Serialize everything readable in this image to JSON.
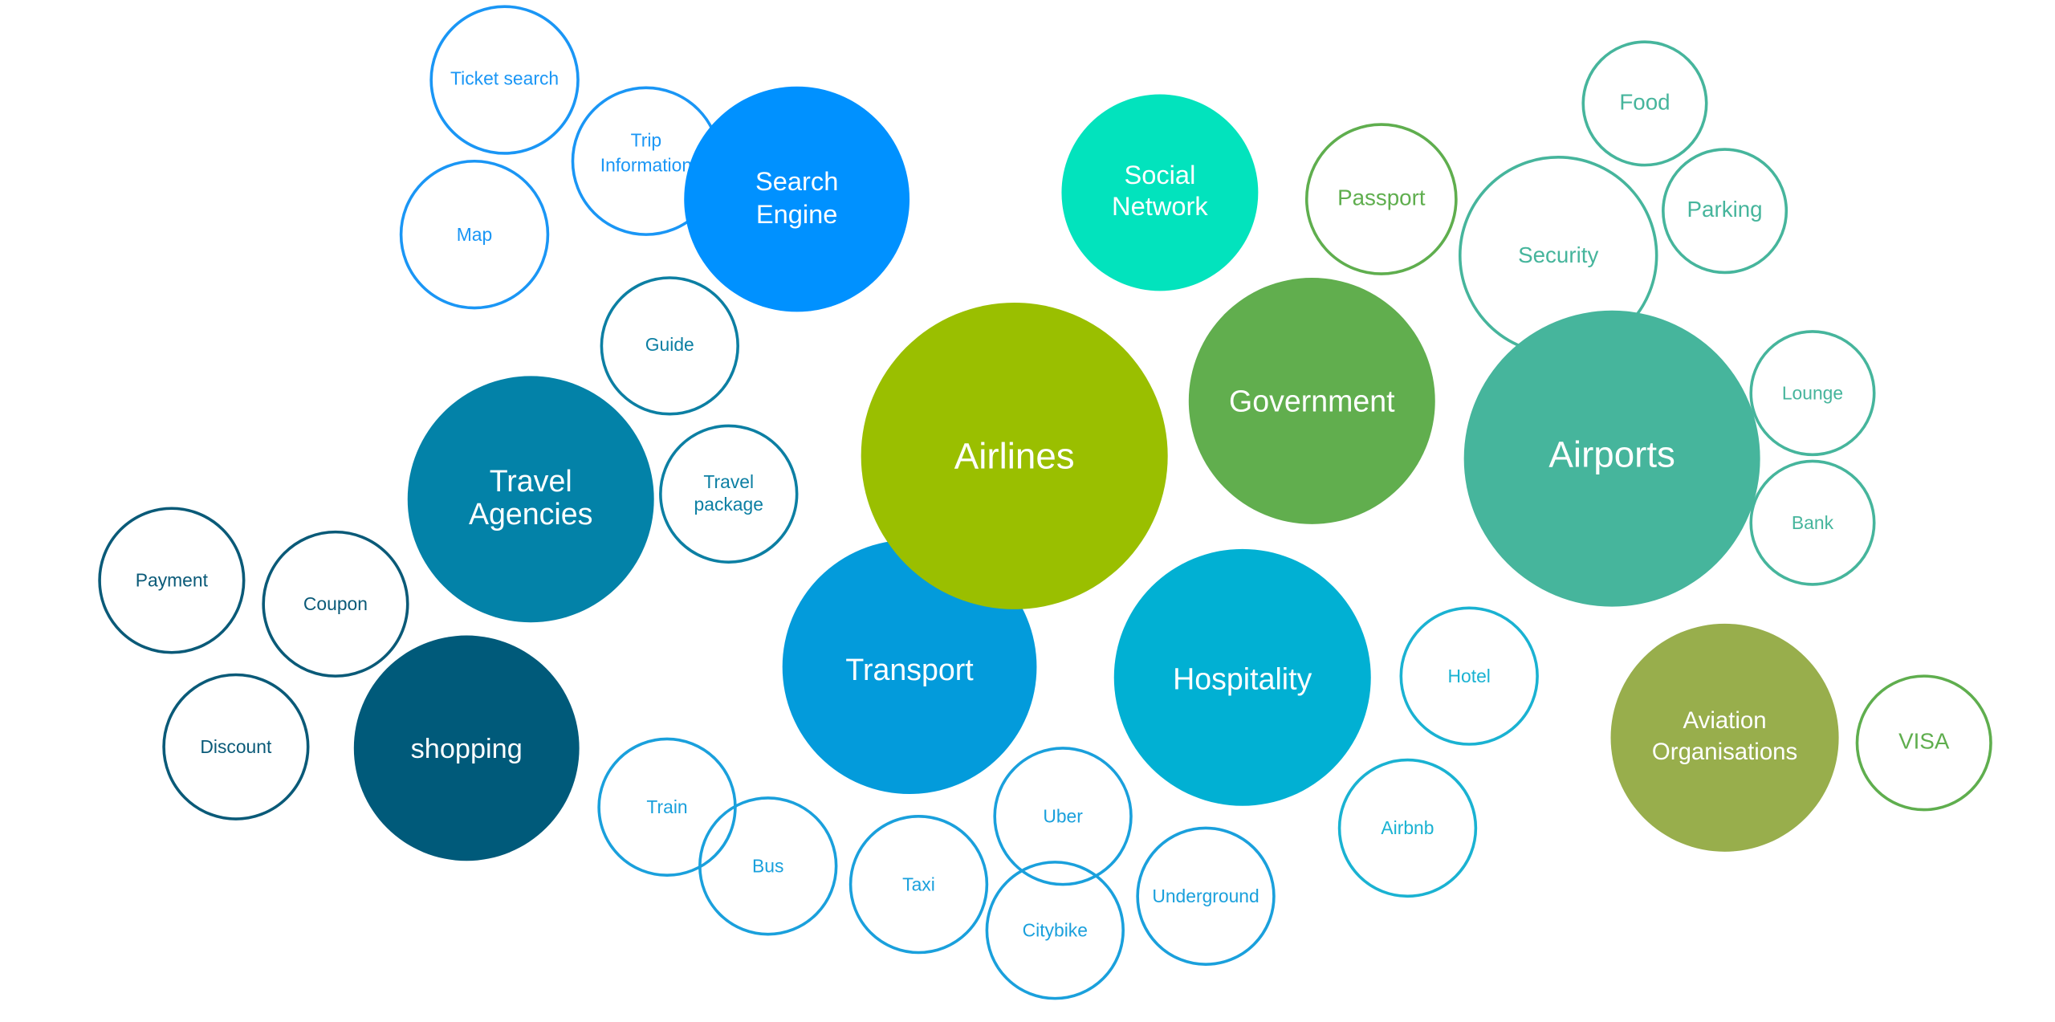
{
  "colors": {
    "search_engine": "#0091FF",
    "social_network": "#02E3BD",
    "airlines": "#9ABF00",
    "government": "#61AE4E",
    "airports": "#46B59C",
    "travel_agencies": "#0382A8",
    "transport": "#039BDB",
    "hospitality": "#01B0D3",
    "shopping": "#005A7A",
    "aviation": "#98AE4C"
  },
  "hubs": {
    "search_engine": [
      "Search",
      "Engine"
    ],
    "social_network": [
      "Social",
      "Network"
    ],
    "airlines": "Airlines",
    "government": "Government",
    "airports": "Airports",
    "travel_agencies": [
      "Travel",
      "Agencies"
    ],
    "transport": "Transport",
    "hospitality": "Hospitality",
    "shopping": "shopping",
    "aviation": [
      "Aviation",
      "Organisations"
    ]
  },
  "leaves": {
    "ticket_search": "Ticket search",
    "trip_information": [
      "Trip",
      "Information"
    ],
    "map": "Map",
    "guide": "Guide",
    "travel_package": [
      "Travel",
      "package"
    ],
    "payment": "Payment",
    "coupon": "Coupon",
    "discount": "Discount",
    "train": "Train",
    "bus": "Bus",
    "taxi": "Taxi",
    "uber": "Uber",
    "citybike": "Citybike",
    "underground": "Underground",
    "hotel": "Hotel",
    "airbnb": "Airbnb",
    "passport": "Passport",
    "food": "Food",
    "parking": "Parking",
    "security": "Security",
    "lounge": "Lounge",
    "bank": "Bank",
    "visa": "VISA"
  }
}
